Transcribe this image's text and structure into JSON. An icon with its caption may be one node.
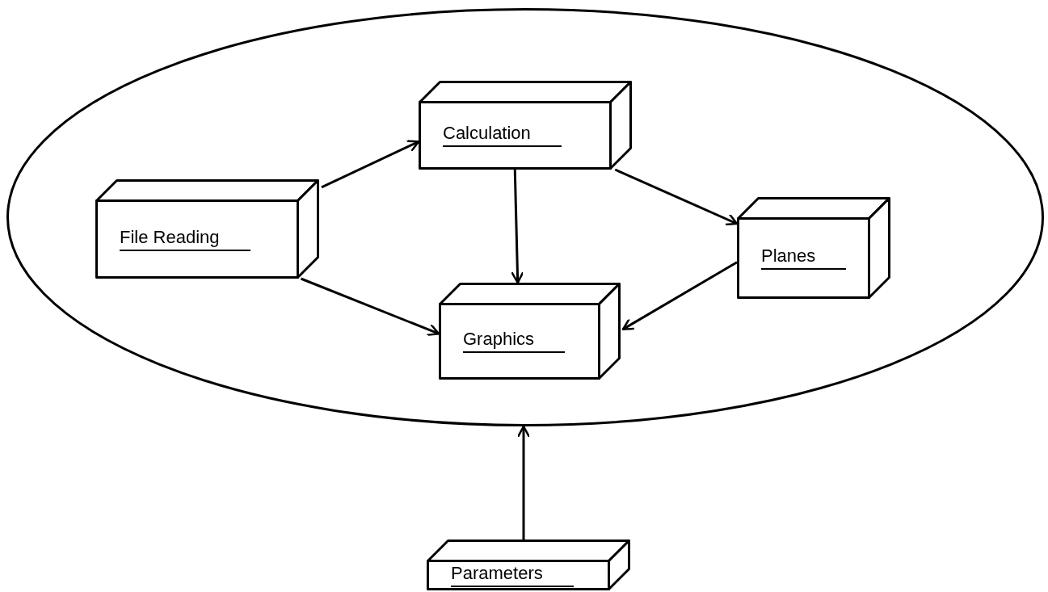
{
  "diagram": {
    "nodes": [
      {
        "text": [],
        "shape": "ellipse"
      },
      {
        "text": [
          "Calculation"
        ],
        "in": 0
      },
      {
        "text": [
          "File Reading"
        ],
        "in": 0
      },
      {
        "text": [
          "Planes"
        ],
        "in": 0
      },
      {
        "text": [
          "Graphics"
        ],
        "in": 0
      },
      {
        "text": [
          "Parameters"
        ]
      }
    ],
    "edges": [
      {
        "from": 2,
        "to": 1,
        "arrow": "to"
      },
      {
        "from": 2,
        "to": 4,
        "arrow": "to"
      },
      {
        "from": 1,
        "to": 4,
        "arrow": "to"
      },
      {
        "from": 1,
        "to": 3,
        "arrow": "to"
      },
      {
        "from": 3,
        "to": 4,
        "arrow": "to"
      },
      {
        "from": 5,
        "to": 0,
        "arrow": "to"
      }
    ]
  }
}
